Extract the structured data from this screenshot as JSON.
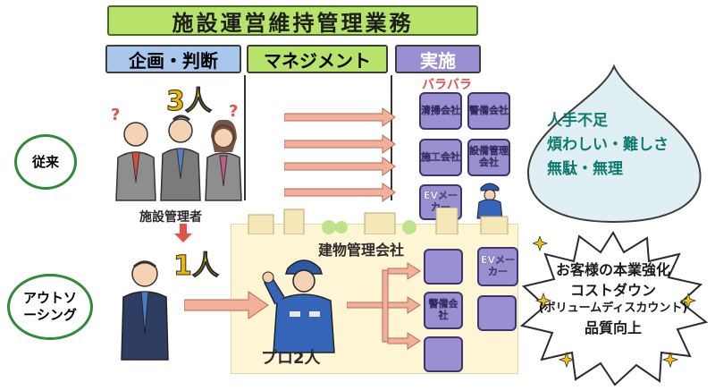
{
  "title": "施設運営維持管理業務",
  "columns": {
    "planning": "企画・判断",
    "management": "マネジメント",
    "execution": "実施"
  },
  "conventional": {
    "label": "従来",
    "people_count": "3人",
    "role_label": "施設管理者",
    "scattered_label": "バラバラ",
    "vendors": [
      "清掃会社",
      "警備会社",
      "施工会社",
      "設備管理会社",
      "EVメーカー"
    ],
    "problems": [
      "人手不足",
      "煩わしい・難しさ",
      "無駄・無理"
    ]
  },
  "outsourcing": {
    "label": "アウトソーシング",
    "people_count": "1人",
    "company_label": "建物管理会社",
    "pro_count": "プロ2人",
    "vendors": [
      "EVメーカー",
      "警備会社"
    ],
    "benefits": [
      "お客様の本業強化",
      "コストダウン",
      "(ボリュームディスカウント)",
      "品質向上"
    ]
  },
  "colors": {
    "banner": "#b7e36a",
    "planning_header": "#a9c7ec",
    "management_header": "#b7e36a",
    "execution_header": "#9a8fd0",
    "vendor_box": "#9a8fd0",
    "arrow": "#f2b09a",
    "cloud": "#dfeff3",
    "building_area": "#fdf5d3"
  },
  "icons": [
    "question-mark-icon",
    "down-arrow-icon",
    "sparkle-icon",
    "person-icon",
    "worker-icon"
  ]
}
